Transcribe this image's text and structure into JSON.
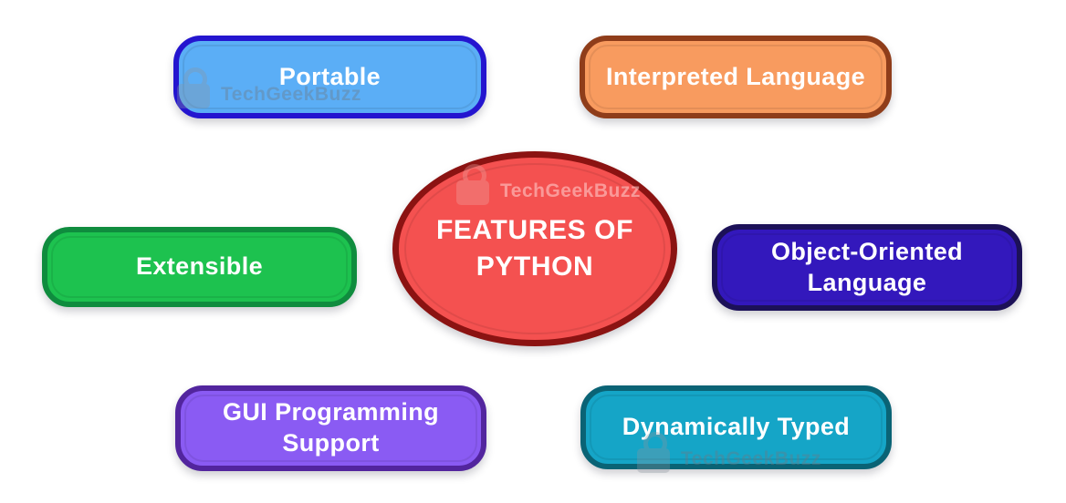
{
  "diagram": {
    "background": "#ffffff",
    "text_color": "#ffffff"
  },
  "center": {
    "id": "features-of-python",
    "label": "FEATURES OF PYTHON",
    "shape": "ellipse",
    "fill": "#F45150",
    "border": "#8B1312",
    "text_color": "#FFFFFF"
  },
  "nodes": [
    {
      "id": "portable",
      "label": "Portable",
      "shape": "rounded-rect",
      "fill": "#5BAEF6",
      "border": "#2415CF",
      "text_color": "#FFFFFF"
    },
    {
      "id": "interpreted-language",
      "label": "Interpreted Language",
      "shape": "rounded-rect",
      "fill": "#F89B5F",
      "border": "#8F3D1A",
      "text_color": "#FFFFFF"
    },
    {
      "id": "extensible",
      "label": "Extensible",
      "shape": "rounded-rect",
      "fill": "#1DC24F",
      "border": "#0F8C3E",
      "text_color": "#FFFFFF"
    },
    {
      "id": "object-oriented-language",
      "label": "Object-Oriented Language",
      "shape": "rounded-rect",
      "fill": "#3318BC",
      "border": "#1C1158",
      "text_color": "#FFFFFF"
    },
    {
      "id": "gui-programming-support",
      "label": "GUI Programming Support",
      "shape": "rounded-rect",
      "fill": "#8A5BF3",
      "border": "#52259E",
      "text_color": "#FFFFFF"
    },
    {
      "id": "dynamically-typed",
      "label": "Dynamically Typed",
      "shape": "rounded-rect",
      "fill": "#15A5C7",
      "border": "#0A6375",
      "text_color": "#FFFFFF"
    }
  ],
  "watermark": {
    "text": "TechGeekBuzz",
    "icon": "lock-icon"
  }
}
